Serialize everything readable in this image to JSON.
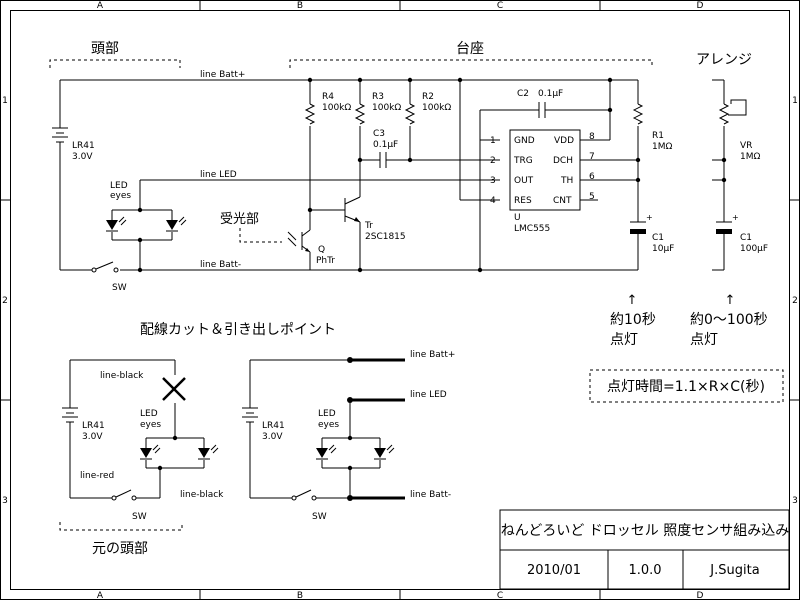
{
  "grid": {
    "cols": [
      "A",
      "B",
      "C",
      "D"
    ],
    "rows": [
      "1",
      "2",
      "3"
    ]
  },
  "sections": {
    "head": "頭部",
    "base": "台座",
    "arrange": "アレンジ",
    "wiring": "配線カット＆引き出しポイント",
    "original_head": "元の頭部",
    "light_sensor": "受光部"
  },
  "nets": {
    "batt_plus": "line Batt+",
    "led": "line LED",
    "batt_minus": "line Batt-"
  },
  "components": {
    "battery": {
      "name": "LR41",
      "value": "3.0V"
    },
    "led": {
      "line1": "LED",
      "line2": "eyes"
    },
    "switch": "SW",
    "r4": {
      "name": "R4",
      "value": "100kΩ"
    },
    "r3": {
      "name": "R3",
      "value": "100kΩ"
    },
    "r2": {
      "name": "R2",
      "value": "100kΩ"
    },
    "r1": {
      "name": "R1",
      "value": "1MΩ"
    },
    "c2": {
      "name": "C2",
      "value": "0.1μF"
    },
    "c3": {
      "name": "C3",
      "value": "0.1μF"
    },
    "c1": {
      "name": "C1",
      "value": "10μF"
    },
    "tr": {
      "name": "Tr",
      "value": "2SC1815"
    },
    "q": {
      "name": "Q",
      "value": "PhTr"
    },
    "ic": {
      "ref": "U",
      "part": "LMC555"
    },
    "vr": {
      "name": "VR",
      "value": "1MΩ"
    },
    "c1_alt": {
      "name": "C1",
      "value": "100μF"
    }
  },
  "ic_pins": {
    "p1": {
      "num": "1",
      "name": "GND"
    },
    "p2": {
      "num": "2",
      "name": "TRG"
    },
    "p3": {
      "num": "3",
      "name": "OUT"
    },
    "p4": {
      "num": "4",
      "name": "RES"
    },
    "p8": {
      "num": "8",
      "name": "VDD"
    },
    "p7": {
      "num": "7",
      "name": "DCH"
    },
    "p6": {
      "num": "6",
      "name": "TH"
    },
    "p5": {
      "num": "5",
      "name": "CNT"
    }
  },
  "notes": {
    "arrow": "↑",
    "note1_line1": "約10秒",
    "note1_line2": "点灯",
    "note2_line1": "約0～100秒",
    "note2_line2": "点灯",
    "formula": "点灯時間=1.1×R×C(秒)"
  },
  "wiring_labels": {
    "line_black": "line-black",
    "line_red": "line-red",
    "line_black_bottom": "line-black"
  },
  "title_block": {
    "title": "ねんどろいど ドロッセル 照度センサ組み込み",
    "date": "2010/01",
    "version": "1.0.0",
    "author": "J.Sugita"
  }
}
